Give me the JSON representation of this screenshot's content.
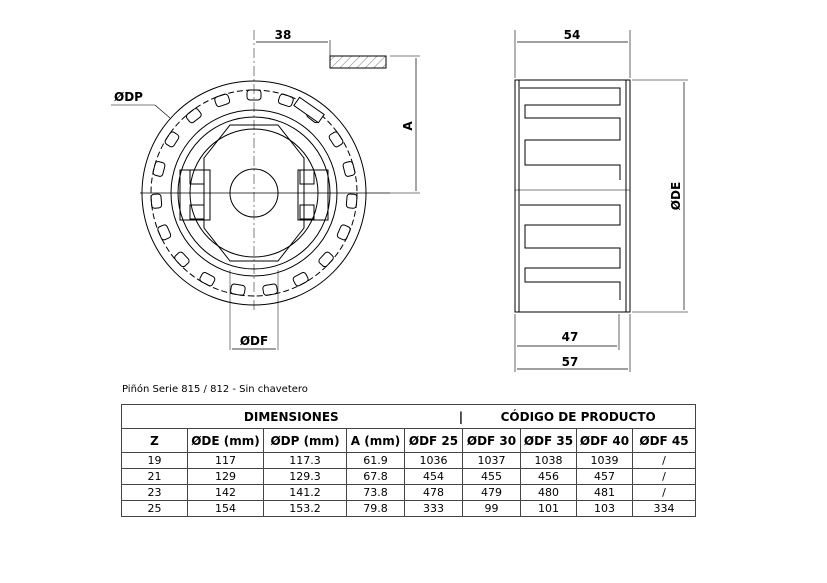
{
  "drawing": {
    "front_view": {
      "dim_38": "38",
      "label_dp": "ØDP",
      "label_df": "ØDF",
      "label_a": "A"
    },
    "side_view": {
      "dim_54": "54",
      "dim_47": "47",
      "dim_57": "57",
      "label_de": "ØDE"
    }
  },
  "caption": "Piñón Serie 815 / 812 - Sin chavetero",
  "table": {
    "group_dimensions": "DIMENSIONES",
    "group_separator": "|",
    "group_codes": "CÓDIGO DE PRODUCTO",
    "columns": [
      "Z",
      "ØDE (mm)",
      "ØDP (mm)",
      "A (mm)",
      "ØDF 25",
      "ØDF 30",
      "ØDF 35",
      "ØDF 40",
      "ØDF 45"
    ],
    "rows": [
      [
        "19",
        "117",
        "117.3",
        "61.9",
        "1036",
        "1037",
        "1038",
        "1039",
        "/"
      ],
      [
        "21",
        "129",
        "129.3",
        "67.8",
        "454",
        "455",
        "456",
        "457",
        "/"
      ],
      [
        "23",
        "142",
        "141.2",
        "73.8",
        "478",
        "479",
        "480",
        "481",
        "/"
      ],
      [
        "25",
        "154",
        "153.2",
        "79.8",
        "333",
        "99",
        "101",
        "103",
        "334"
      ]
    ]
  }
}
